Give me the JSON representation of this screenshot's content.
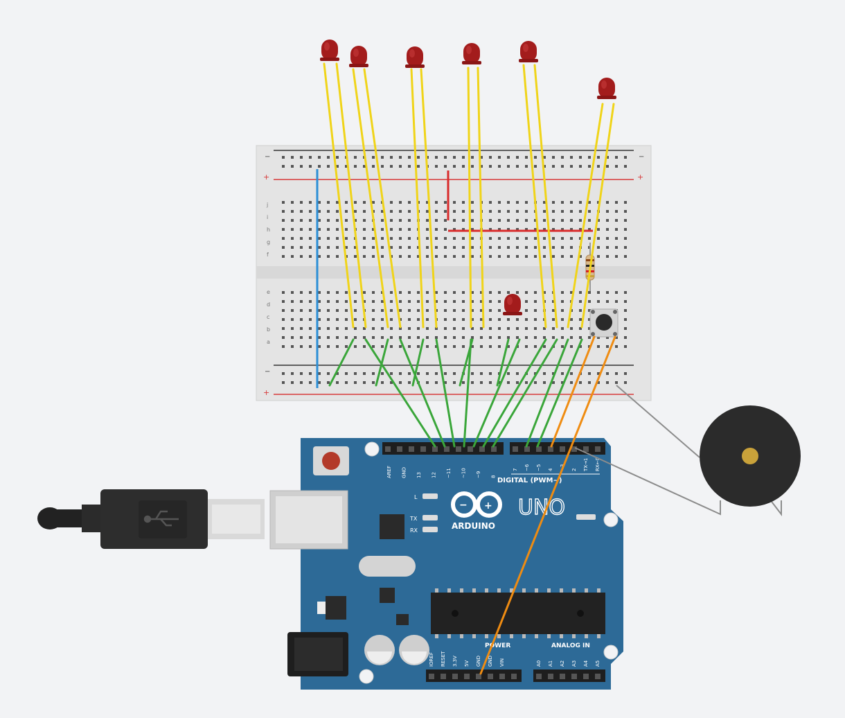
{
  "colors": {
    "background": "#f2f3f5",
    "board": "#2d6a97",
    "board_dark": "#1f4f73",
    "breadboard": "#e6e6e6",
    "led": "#a31c1c",
    "wire_signal": "#f0d419",
    "wire_digital": "#3aa63a",
    "wire_orange": "#ef8c12",
    "wire_gray": "#8c8c8c",
    "wire_blue": "#2d8fd6",
    "wire_red": "#d92b2b",
    "buzzer": "#2b2b2b",
    "buzzer_center": "#c9a23a"
  },
  "arduino": {
    "brand": "ARDUINO",
    "model": "UNO",
    "digital_label": "DIGITAL (PWM~)",
    "power_label": "POWER",
    "analog_label": "ANALOG IN",
    "label_tx": "TX",
    "label_rx": "RX",
    "label_l": "L",
    "header_top_left": [
      "AREF",
      "GND",
      "13",
      "12",
      "~11",
      "~10",
      "~9",
      "8"
    ],
    "header_top_right": [
      "7",
      "~6",
      "~5",
      "4",
      "~3",
      "2",
      "TX→1",
      "RX←0"
    ],
    "header_power": [
      "IOREF",
      "RESET",
      "3.3V",
      "5V",
      "GND",
      "GND",
      "VIN"
    ],
    "header_analog": [
      "A0",
      "A1",
      "A2",
      "A3",
      "A4",
      "A5"
    ]
  },
  "breadboard": {
    "rail_minus": "−",
    "rail_plus": "+",
    "rows_top": [
      "j",
      "i",
      "h",
      "g",
      "f"
    ],
    "rows_bottom": [
      "e",
      "d",
      "c",
      "b",
      "a"
    ]
  },
  "icons": {
    "usb": "usb-icon",
    "arduino_logo": "arduino-infinity-icon"
  }
}
